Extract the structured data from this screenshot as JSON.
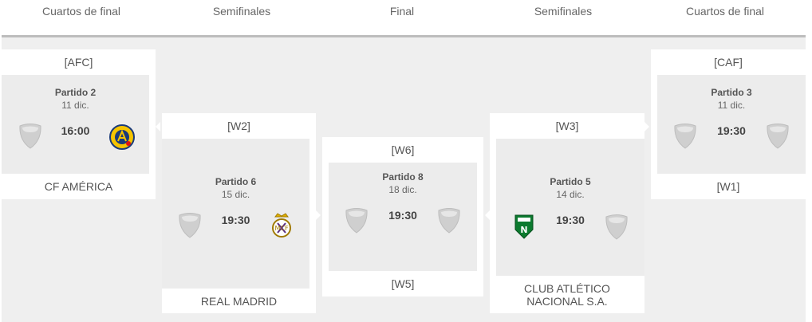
{
  "rounds": [
    "Cuartos de final",
    "Semifinales",
    "Final",
    "Semifinales",
    "Cuartos de final"
  ],
  "colors": {
    "stage": "#efefef",
    "card": "#ffffff",
    "match": "#ececec",
    "divider": "#bdbdbd"
  },
  "icons": {
    "placeholder": "shield-placeholder-icon",
    "america": "club-america-crest",
    "madrid": "real-madrid-crest",
    "nacional": "atletico-nacional-crest"
  },
  "matches": {
    "m2": {
      "top": "[AFC]",
      "title": "Partido 2",
      "date": "11 dic.",
      "time": "16:00",
      "bottom": "CF AMÉRICA"
    },
    "m6": {
      "top": "[W2]",
      "title": "Partido 6",
      "date": "15 dic.",
      "time": "19:30",
      "bottom": "REAL MADRID"
    },
    "m8": {
      "top": "[W6]",
      "title": "Partido 8",
      "date": "18 dic.",
      "time": "19:30",
      "bottom": "[W5]"
    },
    "m5": {
      "top": "[W3]",
      "title": "Partido 5",
      "date": "14 dic.",
      "time": "19:30",
      "bottom": "CLUB ATLÉTICO NACIONAL S.A."
    },
    "m3": {
      "top": "[CAF]",
      "title": "Partido 3",
      "date": "11 dic.",
      "time": "19:30",
      "bottom": "[W1]"
    }
  }
}
